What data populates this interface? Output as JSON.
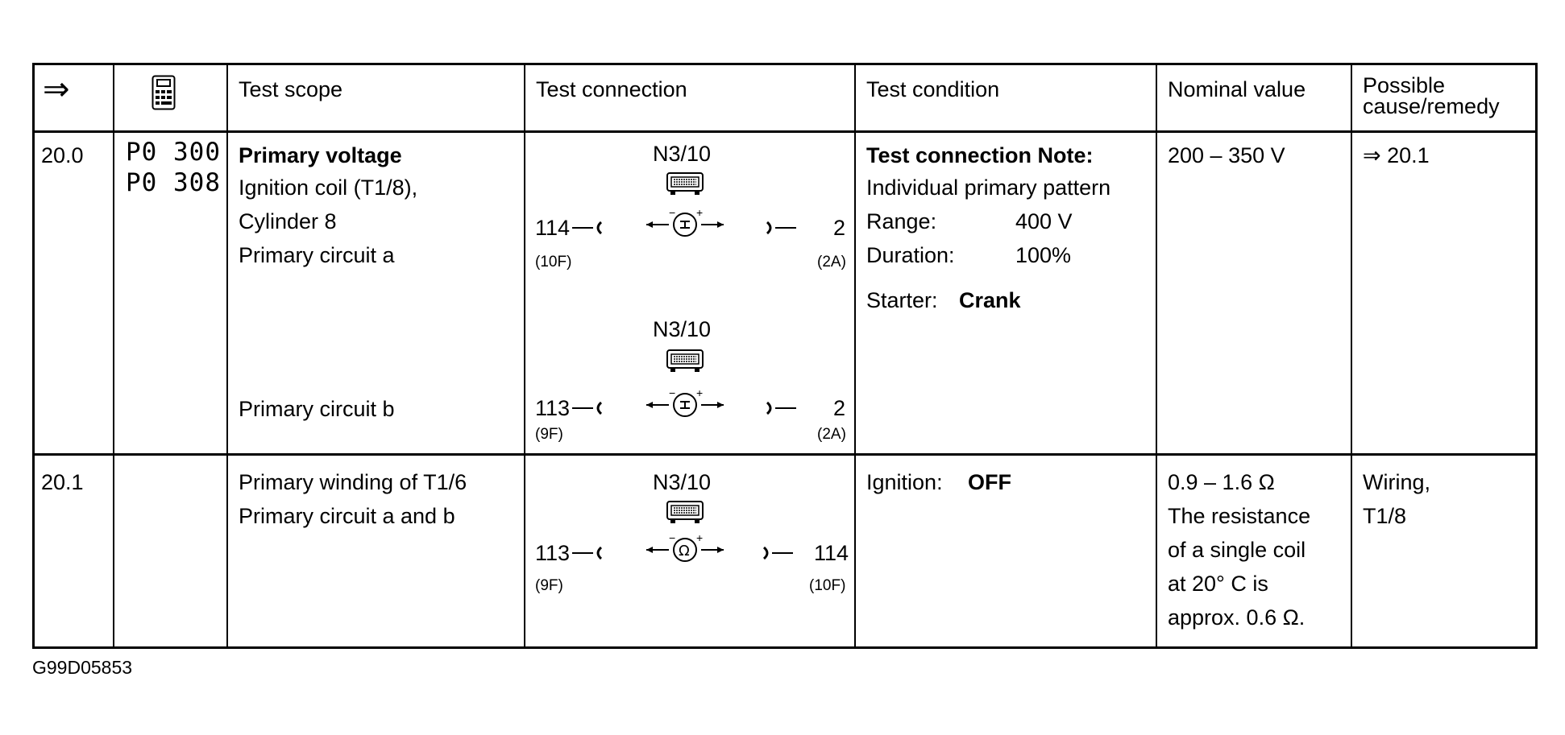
{
  "header": {
    "arrow": "⇒",
    "tester_icon": "hand-held-tester-icon",
    "test_scope": "Test scope",
    "test_connection": "Test connection",
    "test_condition": "Test condition",
    "nominal_value": "Nominal value",
    "possible_cause_1": "Possible",
    "possible_cause_2": "cause/remedy"
  },
  "row1": {
    "step": "20.0",
    "dtc1": "P0 300",
    "dtc2": "P0 308",
    "scope": [
      "Primary voltage",
      "Ignition coil (T1/8),",
      "Cylinder 8",
      "Primary circuit a",
      "Primary circuit b"
    ],
    "diag_a": {
      "module": "N3/10",
      "left_pin": "114",
      "left_sub": "(10F)",
      "right_pin": "2",
      "right_sub": "(2A)",
      "meter": "voltmeter-icon"
    },
    "diag_b": {
      "module": "N3/10",
      "left_pin": "113",
      "left_sub": "(9F)",
      "right_pin": "2",
      "right_sub": "(2A)",
      "meter": "voltmeter-icon"
    },
    "condition": {
      "title": "Test connection Note:",
      "line1": "Individual primary pattern",
      "range_label": "Range:",
      "range_value": "400 V",
      "duration_label": "Duration:",
      "duration_value": "100%",
      "starter_label": "Starter:",
      "starter_value": "Crank"
    },
    "nominal": "200 – 350 V",
    "remedy": "⇒ 20.1"
  },
  "row2": {
    "step": "20.1",
    "scope": [
      "Primary winding of T1/6",
      "Primary circuit a and b"
    ],
    "diag": {
      "module": "N3/10",
      "left_pin": "113",
      "left_sub": "(9F)",
      "right_pin": "114",
      "right_sub": "(10F)",
      "meter": "ohmmeter-icon"
    },
    "condition_label": "Ignition:",
    "condition_value": "OFF",
    "nominal": [
      "0.9 – 1.6 Ω",
      "The resistance",
      "of a single coil",
      "at 20° C is",
      "approx. 0.6 Ω."
    ],
    "remedy": [
      "Wiring,",
      "T1/8"
    ]
  },
  "caption": "G99D05853"
}
